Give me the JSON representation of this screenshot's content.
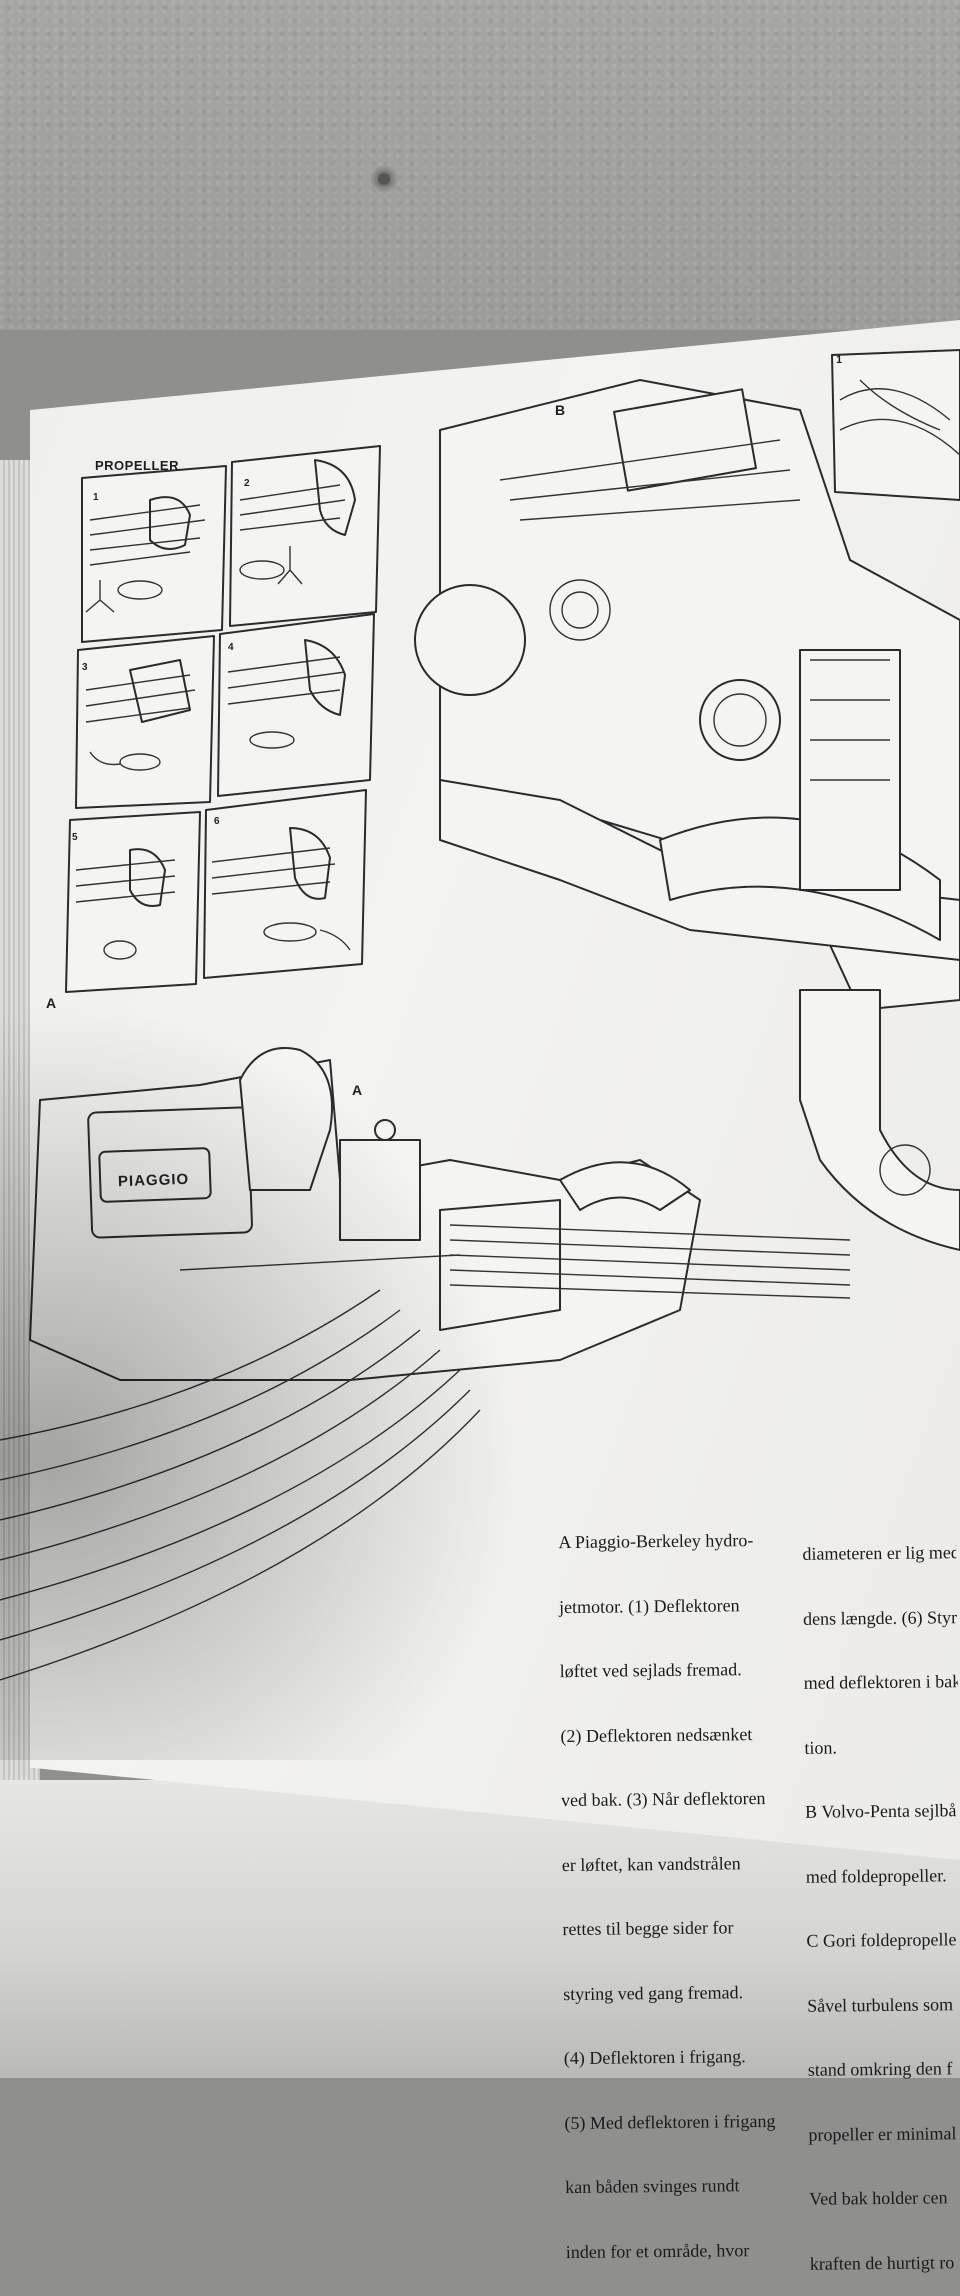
{
  "document": {
    "section_title": "PROPELLER",
    "panel_numbers": [
      "1",
      "2",
      "3",
      "4",
      "5",
      "6"
    ],
    "figure_letters": {
      "propeller_panels": "A",
      "piaggio_engine": "A",
      "volvo_engine": "B",
      "right_inset": "1"
    },
    "engine_brand": "PIAGGIO",
    "caption_column1": [
      "A Piaggio-Berkeley hydro-",
      "jetmotor. (1) Deflektoren",
      "løftet ved sejlads fremad.",
      "(2) Deflektoren nedsænket",
      "ved bak. (3) Når deflektoren",
      "er løftet, kan vandstrålen",
      "rettes til begge sider for",
      "styring ved gang fremad.",
      "(4) Deflektoren i frigang.",
      "(5) Med deflektoren i frigang",
      "kan båden svinges rundt",
      "inden for et område, hvor"
    ],
    "caption_column2": [
      "diameteren er lig med",
      "dens længde. (6) Styr",
      "med deflektoren i bak",
      "tion.",
      "B Volvo-Penta sejlbå",
      "med foldepropeller.",
      "C Gori foldepropelle",
      "Såvel turbulens som",
      "stand omkring den f",
      "propeller er minimal",
      "Ved bak holder cen",
      "kraften de hurtigt ro"
    ]
  }
}
